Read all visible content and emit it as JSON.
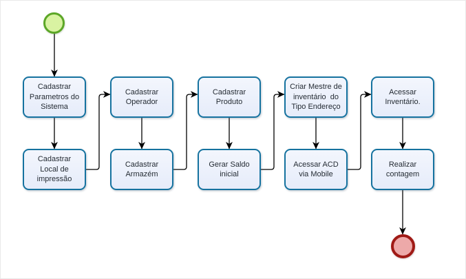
{
  "diagram": {
    "type": "flowchart",
    "language": "pt-BR",
    "colors": {
      "background": "#ffffff",
      "canvas_border": "#e9e9e9",
      "task_border": "#15729f",
      "task_fill_top": "#f3f6fd",
      "task_fill_bottom": "#e6ecfa",
      "task_text": "#242b33",
      "arrow": "#000000",
      "start_event_border": "#5ca727",
      "start_event_fill": "#d9f3a2",
      "end_event_border": "#a01a16",
      "end_event_fill": "#eda9a9"
    },
    "start_event": {
      "shape": "circle",
      "label": ""
    },
    "end_event": {
      "shape": "circle",
      "label": ""
    },
    "tasks": [
      {
        "id": "task-1",
        "label": "Cadastrar\nParametros do\nSistema"
      },
      {
        "id": "task-2",
        "label": "Cadastrar\nLocal de\nimpressão"
      },
      {
        "id": "task-3",
        "label": "Cadastrar\nOperador"
      },
      {
        "id": "task-4",
        "label": "Cadastrar\nArmazém"
      },
      {
        "id": "task-5",
        "label": "Cadastrar\nProduto"
      },
      {
        "id": "task-6",
        "label": "Gerar Saldo\ninicial"
      },
      {
        "id": "task-7",
        "label": "Criar Mestre de\ninventário  do\nTipo Endereço"
      },
      {
        "id": "task-8",
        "label": "Acessar ACD\nvia Mobile"
      },
      {
        "id": "task-9",
        "label": "Acessar\nInventário."
      },
      {
        "id": "task-10",
        "label": "Realizar\ncontagem"
      }
    ],
    "flow": [
      {
        "from": "start",
        "to": "task-1"
      },
      {
        "from": "task-1",
        "to": "task-2"
      },
      {
        "from": "task-2",
        "to": "task-3"
      },
      {
        "from": "task-3",
        "to": "task-4"
      },
      {
        "from": "task-4",
        "to": "task-5"
      },
      {
        "from": "task-5",
        "to": "task-6"
      },
      {
        "from": "task-6",
        "to": "task-7"
      },
      {
        "from": "task-7",
        "to": "task-8"
      },
      {
        "from": "task-8",
        "to": "task-9"
      },
      {
        "from": "task-9",
        "to": "task-10"
      },
      {
        "from": "task-10",
        "to": "end"
      }
    ]
  }
}
